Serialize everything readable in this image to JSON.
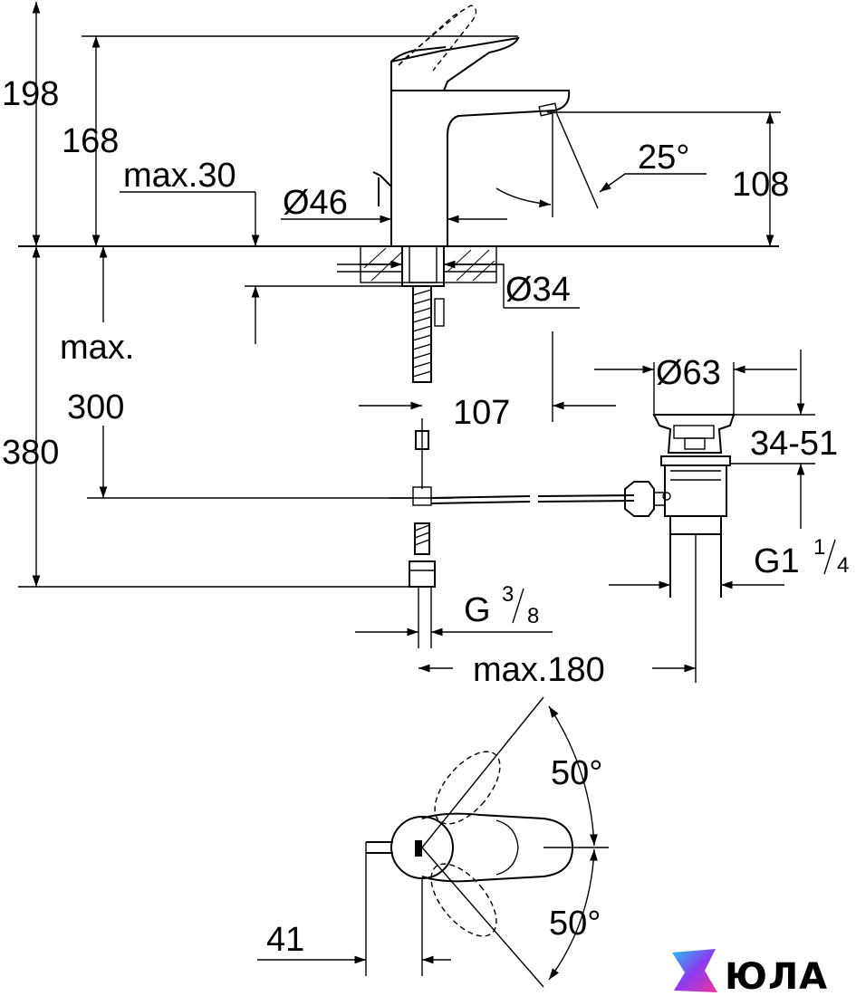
{
  "dimensions": {
    "h198": "198",
    "h168": "168",
    "max30": "max.30",
    "d46": "Ø46",
    "angle25": "25°",
    "h108": "108",
    "d34": "Ø34",
    "max_label": "max.",
    "h300": "300",
    "h380": "380",
    "w107": "107",
    "d63": "Ø63",
    "range34_51": "34-51",
    "g114_main": "G1",
    "g114_num": "1",
    "g114_den": "4",
    "g38_main": "G",
    "g38_num": "3",
    "g38_den": "8",
    "max180": "max.180",
    "angle50_top": "50°",
    "angle50_bottom": "50°",
    "w41": "41"
  },
  "brand": {
    "name": "ЮЛА"
  }
}
